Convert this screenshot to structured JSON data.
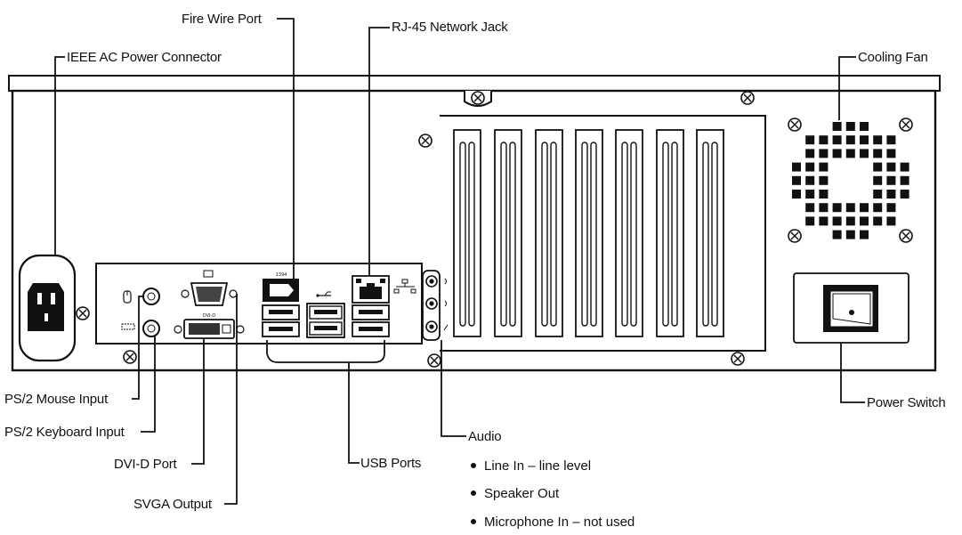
{
  "labels": {
    "fire_wire": "Fire Wire Port",
    "rj45": "RJ-45 Network Jack",
    "ac_power": "IEEE AC Power Connector",
    "cooling_fan": "Cooling Fan",
    "ps2_mouse": "PS/2 Mouse Input",
    "ps2_keyboard": "PS/2 Keyboard Input",
    "dvi": "DVI-D Port",
    "svga": "SVGA Output",
    "usb": "USB Ports",
    "audio": "Audio",
    "power_switch": "Power Switch"
  },
  "audio_items": [
    "Line In – line level",
    "Speaker Out",
    "Microphone In – not used"
  ],
  "port_marks": {
    "fire_wire": "1394",
    "dvi": "DVI-D"
  }
}
